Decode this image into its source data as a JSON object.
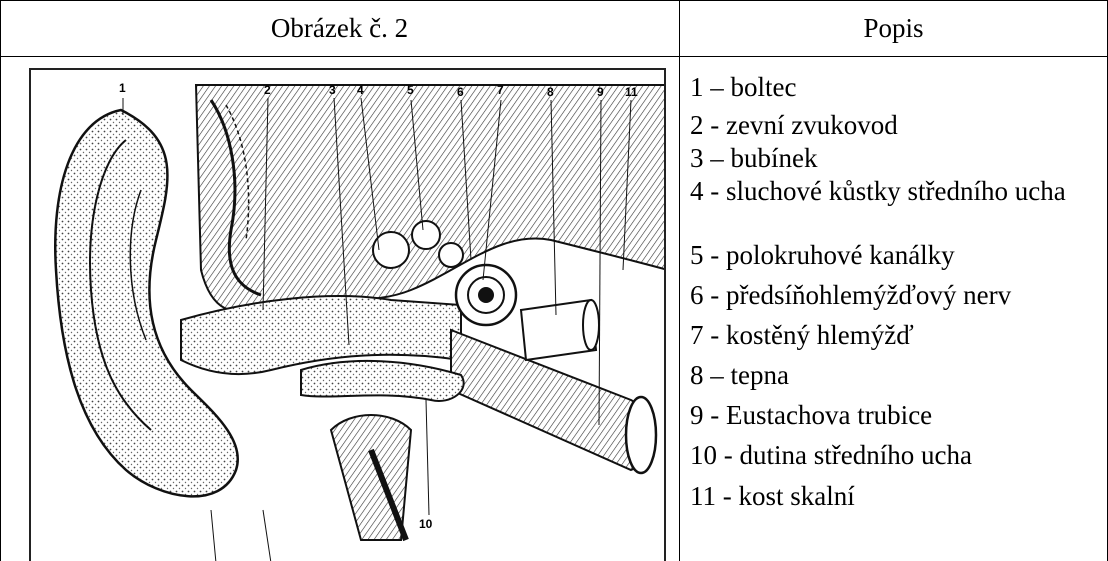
{
  "table": {
    "col_image_header": "Obrázek č. 2",
    "col_desc_header": "Popis"
  },
  "figure": {
    "labels": [
      "1",
      "2",
      "3",
      "4",
      "5",
      "6",
      "7",
      "8",
      "9",
      "11",
      "10"
    ]
  },
  "description": {
    "items": [
      "1 – boltec",
      "2 - zevní zvukovod",
      "3 – bubínek",
      "4 - sluchové kůstky středního ucha",
      "5 - polokruhové kanálky",
      "6 - předsíňohlemýžďový nerv",
      "7 - kostěný hlemýžď",
      "8 – tepna",
      "9 - Eustachova trubice",
      "10 - dutina středního ucha",
      "11 - kost skalní"
    ]
  }
}
